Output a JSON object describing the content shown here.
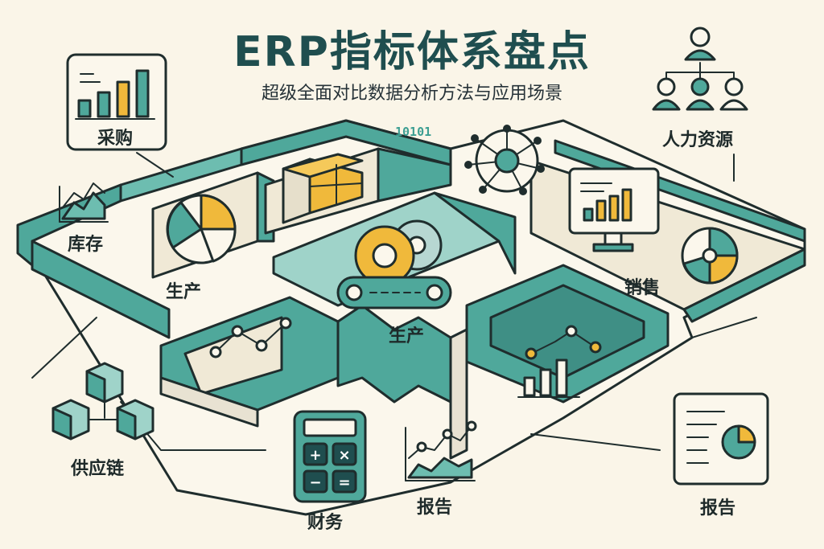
{
  "header": {
    "title": "ERP指标体系盘点",
    "subtitle": "超级全面对比数据分析方法与应用场景"
  },
  "modules": {
    "purchase": "采购",
    "inventory": "库存",
    "production_left": "生产",
    "production_center": "生产",
    "hr": "人力资源",
    "sales": "销售",
    "supply_chain": "供应链",
    "finance": "财务",
    "report_center": "报告",
    "report_right": "报告"
  },
  "decor": {
    "binary_text": "10101"
  },
  "calculator": {
    "keys": [
      "+",
      "×",
      "−",
      "="
    ]
  },
  "colors": {
    "teal": "#4FA89B",
    "teal_light": "#8FCFC4",
    "dark_teal": "#2C6E67",
    "yellow": "#F0B93B",
    "cream": "#FAF5E8",
    "outline": "#1F2D2D"
  }
}
